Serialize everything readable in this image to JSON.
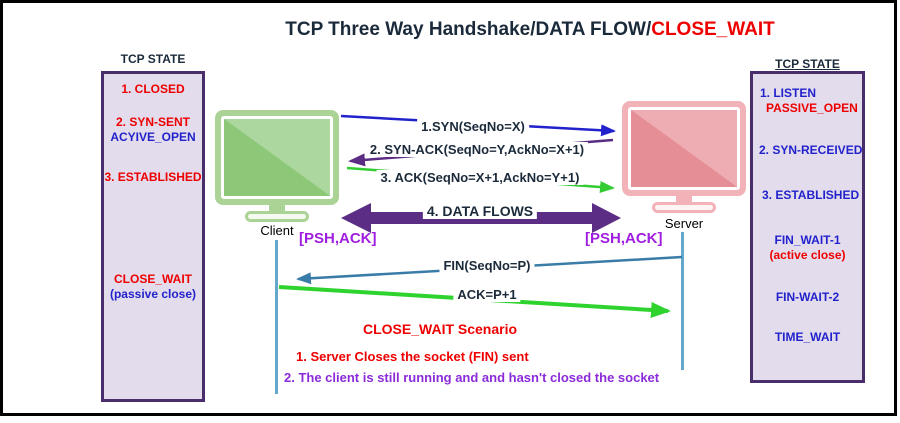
{
  "title": {
    "main": "TCP Three Way Handshake/DATA FLOW/",
    "highlight": "CLOSE_WAIT"
  },
  "left_panel": {
    "header": "TCP STATE",
    "items": [
      "1. CLOSED",
      "2. SYN-SENT",
      "ACYIVE_OPEN",
      "3. ESTABLISHED",
      "CLOSE_WAIT",
      "(passive close)"
    ]
  },
  "right_panel": {
    "header": "TCP STATE",
    "items": [
      "1. LISTEN",
      "PASSIVE_OPEN",
      "2. SYN-RECEIVED",
      "3. ESTABLISHED",
      "FIN_WAIT-1",
      "(active close)",
      "FIN-WAIT-2",
      "TIME_WAIT"
    ]
  },
  "nodes": {
    "client": "Client",
    "server": "Server"
  },
  "messages": {
    "syn": "1.SYN(SeqNo=X)",
    "syn_ack": "2. SYN-ACK(SeqNo=Y,AckNo=X+1)",
    "ack": "3. ACK(SeqNo=X+1,AckNo=Y+1)",
    "data_flows": "4. DATA FLOWS",
    "psh_ack_left": "[PSH,ACK]",
    "psh_ack_right": "[PSH,ACK]",
    "fin": "FIN(SeqNo=P)",
    "fin_ack": "ACK=P+1"
  },
  "scenario": {
    "heading": "CLOSE_WAIT Scenario",
    "line1": "1. Server Closes the socket (FIN) sent",
    "line2": "2. The client is still running and and hasn't closed the socket"
  },
  "colors": {
    "navy": "#1B2A3A",
    "red": "#EE0000",
    "blue": "#2222CC",
    "panel_fill": "#E3DCEC",
    "panel_border": "#4A2E6B",
    "client_frame": "#ABD396",
    "client_screen": "#8CC878",
    "server_frame": "#F2B3B8",
    "server_screen": "#E68E96",
    "big_arrow": "#5B2D84",
    "magenta": "#A01EE0",
    "steel": "#3A7CA8",
    "lifeline": "#64A8CC",
    "green": "#33CC33",
    "bright_green": "#2ED32E",
    "violet": "#8B2BD9"
  }
}
